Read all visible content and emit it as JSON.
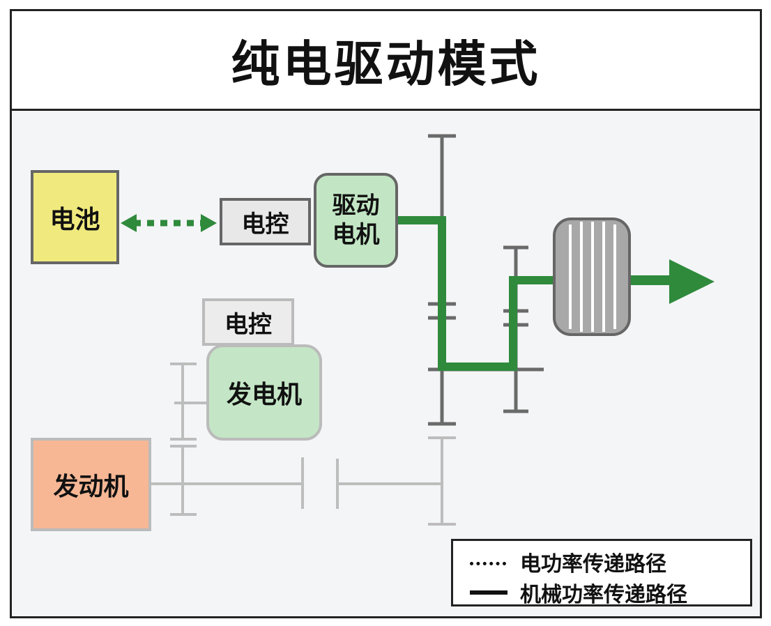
{
  "title": "纯电驱动模式",
  "components": {
    "battery": "电池",
    "motor_controller": "电控",
    "drive_motor": [
      "驱动",
      "电机"
    ],
    "generator_controller": "电控",
    "generator": "发电机",
    "engine": "发动机"
  },
  "legend": {
    "electric_path": "电功率传递路径",
    "mechanical_path": "机械功率传递路径"
  },
  "colors": {
    "active_path": "#2f8a3c",
    "battery": "#f0ea7e",
    "motor": "#c2e6c4",
    "engine": "#f7b795",
    "inactive": "#bbbbbb"
  }
}
